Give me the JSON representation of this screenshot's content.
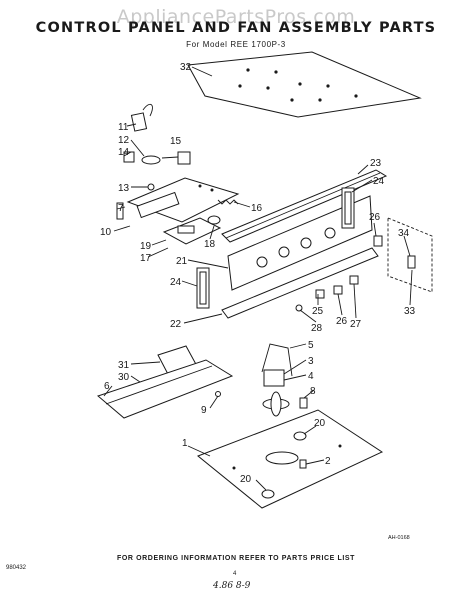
{
  "header": {
    "watermark": "AppliancePartsPros.com",
    "title": "CONTROL PANEL AND FAN ASSEMBLY PARTS",
    "model": "For Model REE 1700P-3"
  },
  "diagram": {
    "part_numbers": [
      "32",
      "11",
      "12",
      "14",
      "15",
      "13",
      "7",
      "10",
      "16",
      "23",
      "24",
      "19",
      "17",
      "18",
      "21",
      "26",
      "34",
      "24",
      "25",
      "22",
      "28",
      "26",
      "27",
      "33",
      "5",
      "3",
      "4",
      "8",
      "31",
      "30",
      "6",
      "9",
      "20",
      "1",
      "2",
      "20"
    ],
    "drawing_ref": "AH-0168"
  },
  "footer": {
    "ordering_note": "FOR ORDERING INFORMATION REFER TO PARTS PRICE LIST",
    "doc_number": "980432",
    "page_number": "4",
    "handwritten": "4.86 8-9"
  }
}
